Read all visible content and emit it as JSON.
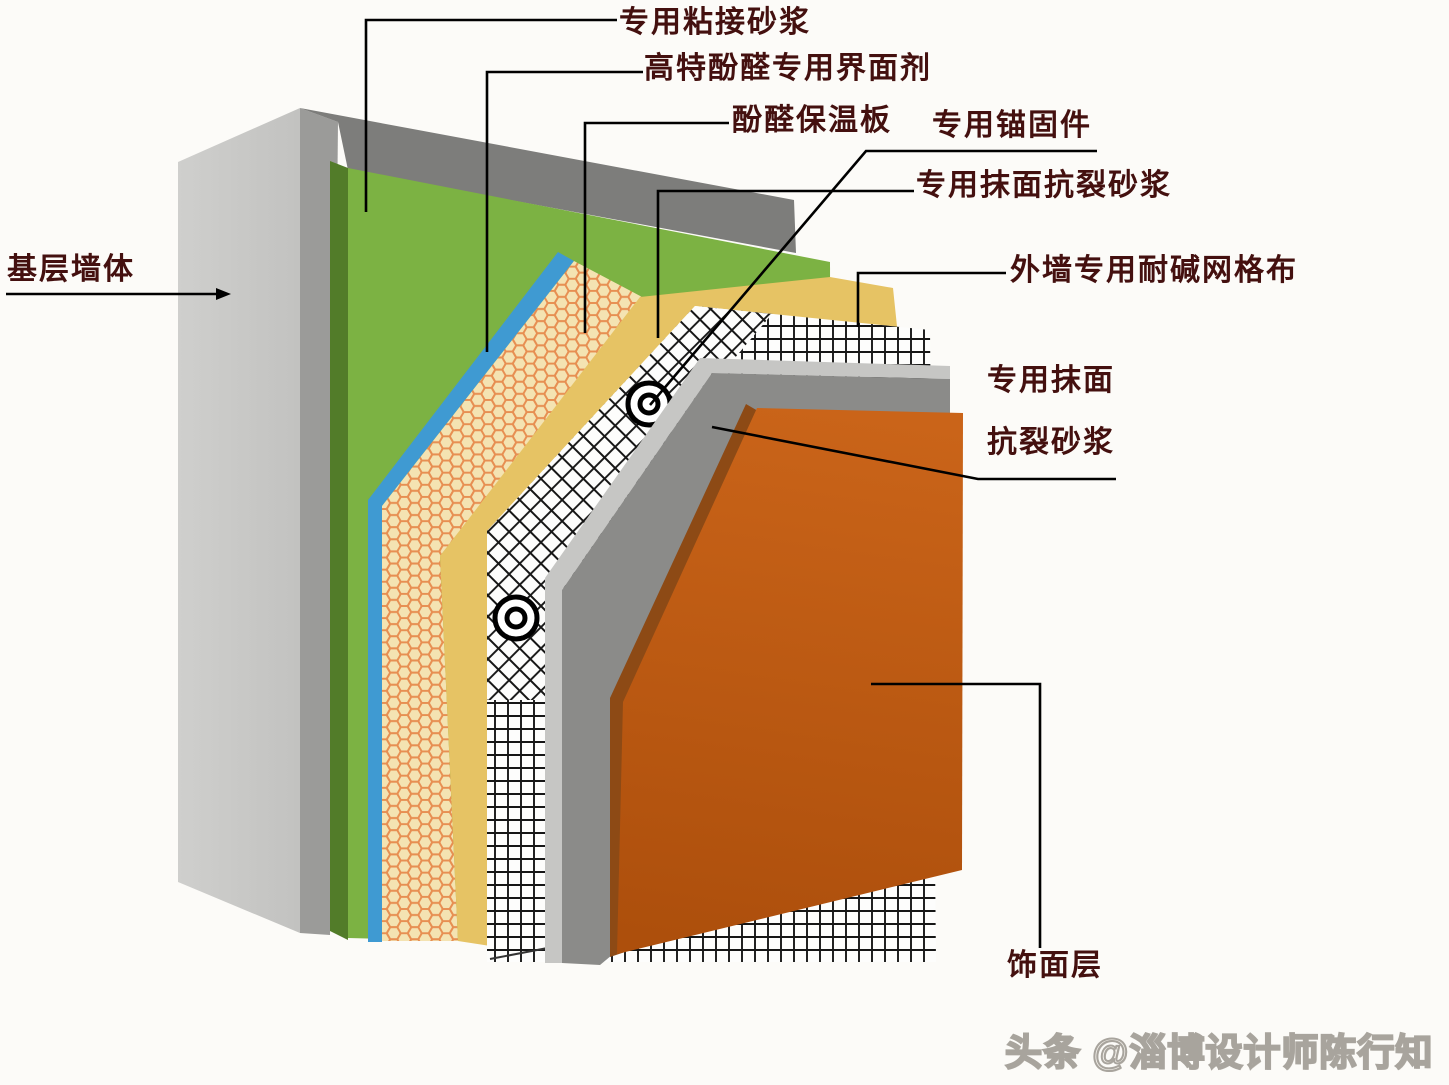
{
  "diagram_title": "exterior-wall-insulation-system-cutaway",
  "labels": {
    "adhesive_mortar": "专用粘接砂浆",
    "interface_agent": "高特酚醛专用界面剂",
    "insulation_board": "酚醛保温板",
    "anchor_fastener": "专用锚固件",
    "crack_mortar_top": "专用抹面抗裂砂浆",
    "mesh_cloth": "外墙专用耐碱网格布",
    "crack_mortar_right_line1": "专用抹面",
    "crack_mortar_right_line2": "抗裂砂浆",
    "base_wall": "基层墙体",
    "finish_layer": "饰面层"
  },
  "watermark": "头条 @淄博设计师陈行知",
  "colors": {
    "background": "#fcfbf8",
    "label_text": "#44100f",
    "leader_line": "#000000",
    "wall_face": "#c9c9c7",
    "wall_side": "#9b9b99",
    "wall_top": "#7d7d7b",
    "adhesive_green": "#7cb243",
    "adhesive_green_edge": "#527c29",
    "interface_blue": "#3f9ad2",
    "insulation_cream": "#f8d5a0",
    "insulation_hex_fill": "#f4e3b2",
    "insulation_hex_line": "#e78f52",
    "mortar_yellow": "#e6c364",
    "mesh_line": "#161616",
    "mesh_paper": "#fdfdfc",
    "mortar_gray": "#8b8b89",
    "mortar_gray_bevel": "#c6c6c4",
    "finish_orange": "#c16017",
    "finish_orange_dark": "#ad4f0c",
    "finish_orange_edge": "#8d4a15"
  }
}
